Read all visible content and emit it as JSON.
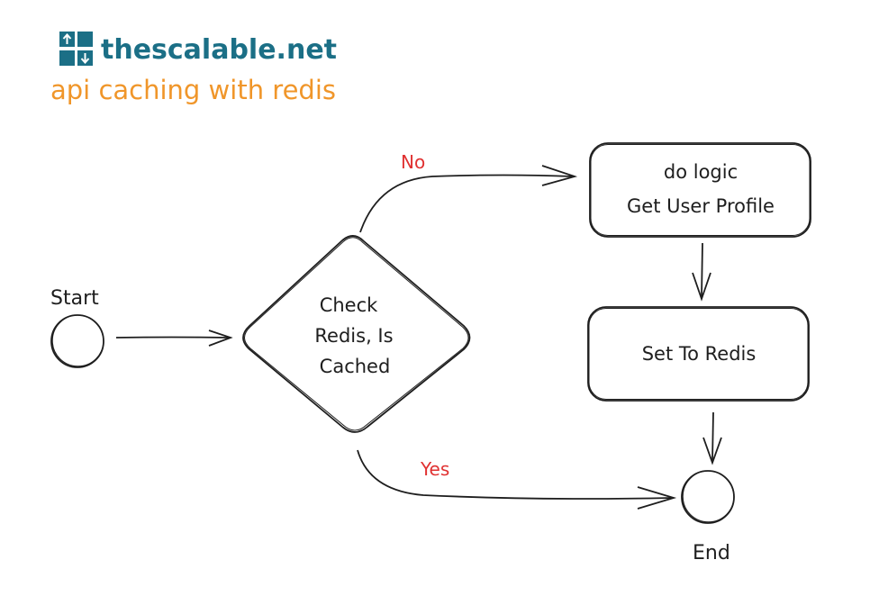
{
  "header": {
    "site_name": "thescalable.net",
    "subtitle": "api caching with redis",
    "logo_icon": "up-down-arrows-logo-icon",
    "colors": {
      "brand": "#1b6f86",
      "subtitle": "#f0962a"
    }
  },
  "diagram": {
    "nodes": {
      "start_label": "Start",
      "end_label": "End",
      "decision_lines": [
        "Check",
        "Redis, Is",
        "Cached"
      ],
      "logic_lines": [
        "do logic",
        "Get User Profile"
      ],
      "set_label": "Set To Redis"
    },
    "edges": {
      "no_label": "No",
      "yes_label": "Yes"
    },
    "colors": {
      "stroke": "#1e1e1e",
      "edge_label": "#e03131"
    }
  }
}
